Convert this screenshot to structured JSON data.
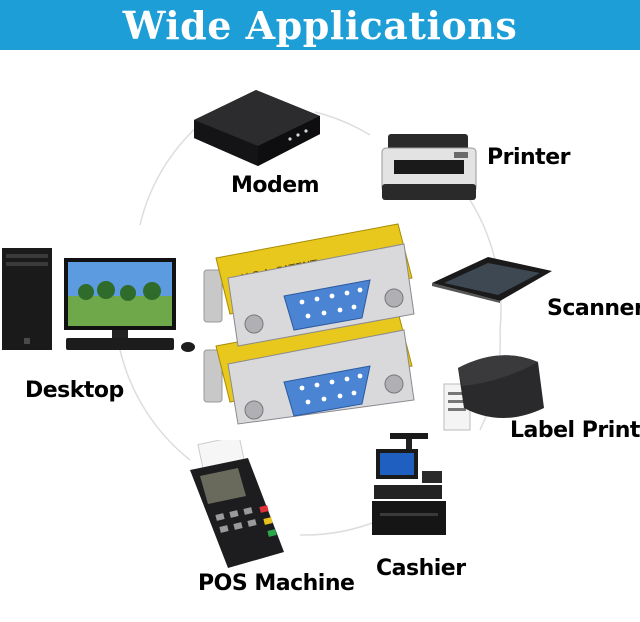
{
  "banner": {
    "title": "Wide Applications",
    "color": "#1d9ed6"
  },
  "product": {
    "name": "DB9 female-to-female gender changer",
    "icon": "db9-adapter-icon",
    "housing_print": "U.S.A. PATENT"
  },
  "applications": {
    "modem": {
      "label": "Modem",
      "icon": "modem-icon"
    },
    "printer": {
      "label": "Printer",
      "icon": "printer-icon"
    },
    "scanner": {
      "label": "Scanner",
      "icon": "scanner-icon"
    },
    "label_printer": {
      "label": "Label Printer",
      "icon": "label-printer-icon"
    },
    "cashier": {
      "label": "Cashier",
      "icon": "cash-register-icon"
    },
    "pos_machine": {
      "label": "POS Machine",
      "icon": "pos-terminal-icon"
    },
    "desktop": {
      "label": "Desktop",
      "icon": "desktop-computer-icon"
    }
  }
}
